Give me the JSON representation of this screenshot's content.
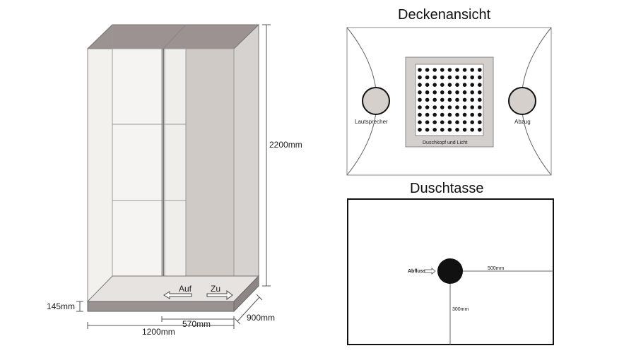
{
  "cabin": {
    "height_label": "2200mm",
    "base_height_label": "145mm",
    "width_label": "1200mm",
    "door_width_label": "570mm",
    "depth_label": "900mm",
    "open_label": "Auf",
    "close_label": "Zu"
  },
  "ceiling": {
    "title": "Deckenansicht",
    "speaker_label": "Lautsprecher",
    "exhaust_label": "Abzug",
    "shower_head_label": "Duschkopf und Licht"
  },
  "tray": {
    "title": "Duschtasse",
    "drain_label": "Abfluss",
    "drain_x_label": "500mm",
    "drain_y_label": "300mm"
  }
}
